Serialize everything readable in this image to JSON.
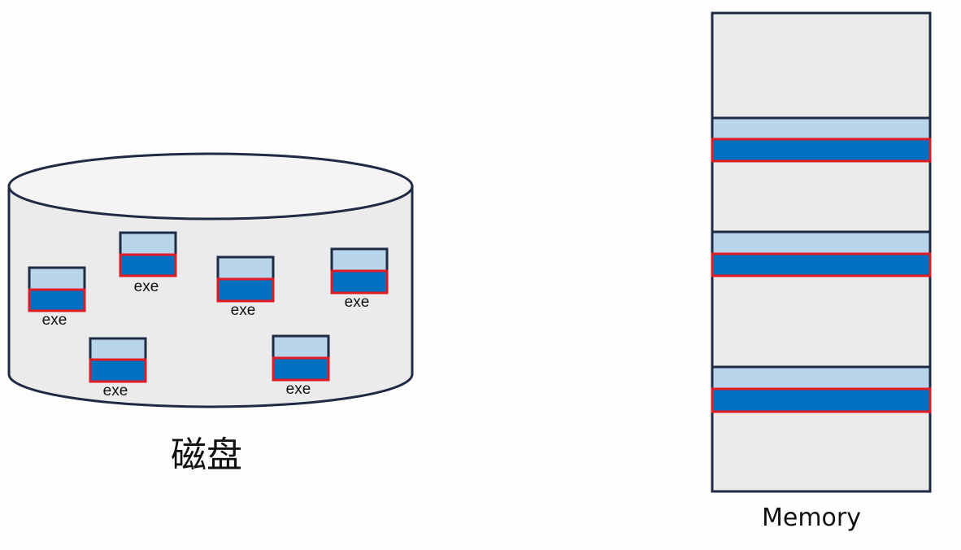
{
  "disk": {
    "label": "磁盘",
    "exe_label": "exe",
    "file_count": 6
  },
  "memory": {
    "label": "Memory",
    "loaded_segment_count": 3
  },
  "colors": {
    "background": "#fdfdfd",
    "container_fill": "#ebebeb",
    "outline": "#1f2a44",
    "header_fill": "#b9d5ec",
    "code_fill": "#0070c0",
    "highlight_border": "#e01b24"
  }
}
